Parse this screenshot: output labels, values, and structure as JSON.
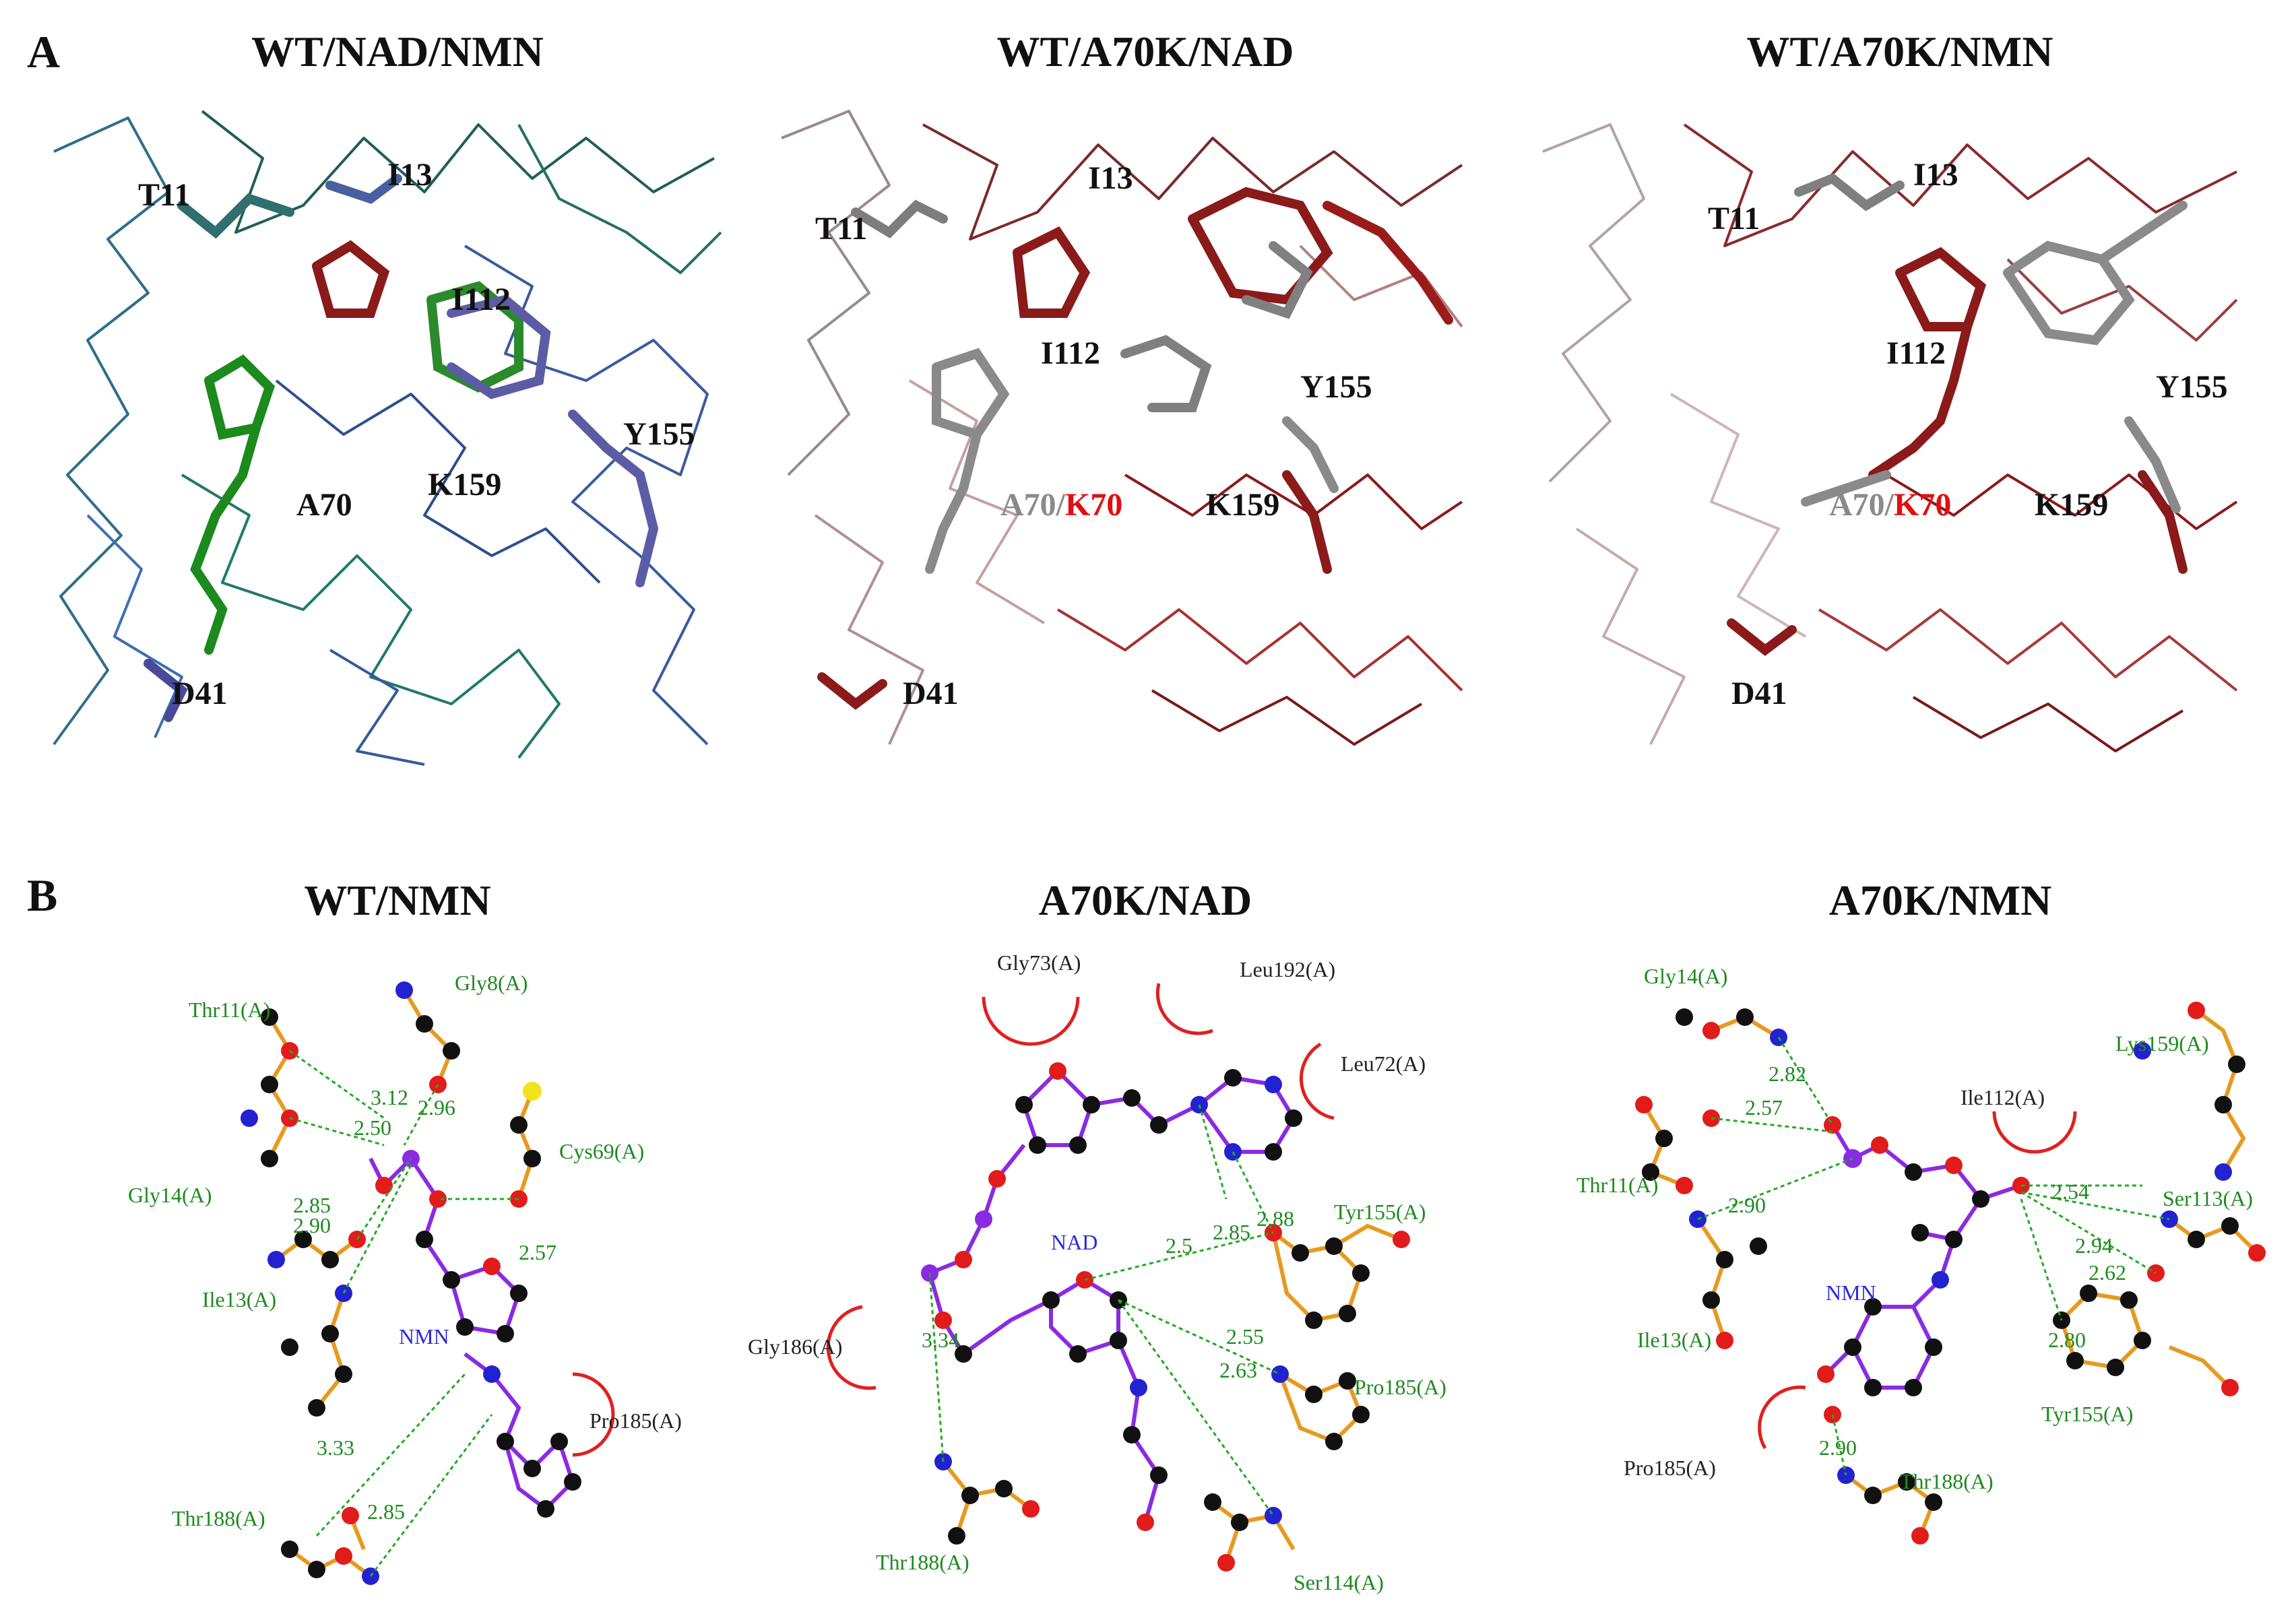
{
  "panel_a": {
    "letter": "A",
    "titles": [
      "WT/NAD/NMN",
      "WT/A70K/NAD",
      "WT/A70K/NMN"
    ],
    "images": [
      {
        "labels": {
          "t11": "T11",
          "i13": "I13",
          "i112": "I112",
          "y155": "Y155",
          "a70": "A70",
          "k159": "K159",
          "d41": "D41"
        }
      },
      {
        "labels": {
          "t11": "T11",
          "i13": "I13",
          "i112": "I112",
          "y155": "Y155",
          "a70": "A70",
          "slash": "/",
          "k70": "K70",
          "k159": "K159",
          "d41": "D41"
        }
      },
      {
        "labels": {
          "t11": "T11",
          "i13": "I13",
          "i112": "I112",
          "y155": "Y155",
          "a70": "A70",
          "slash": "/",
          "k70": "K70",
          "k159": "K159",
          "d41": "D41"
        }
      }
    ],
    "colors": {
      "label_black": "#111111",
      "label_grey": "#8a8a8a",
      "label_red": "#e01010"
    }
  },
  "panel_b": {
    "letter": "B",
    "titles": [
      "WT/NMN",
      "A70K/NAD",
      "A70K/NMN"
    ],
    "diagrams": [
      {
        "ligand": "NMN",
        "hbond_residues": [
          "Thr11(A)",
          "Gly8(A)",
          "Cys69(A)",
          "Gly14(A)",
          "Ile13(A)",
          "Thr188(A)"
        ],
        "hydrophobic_residues": [
          "Pro185(A)"
        ],
        "distances": [
          "3.12",
          "2.96",
          "2.50",
          "2.85",
          "2.90",
          "2.57",
          "3.33",
          "2.85"
        ]
      },
      {
        "ligand": "NAD",
        "hbond_residues": [
          "Tyr155(A)",
          "Pro185(A)",
          "Thr188(A)",
          "Ser114(A)"
        ],
        "hydrophobic_residues": [
          "Gly73(A)",
          "Leu192(A)",
          "Leu72(A)",
          "Gly186(A)"
        ],
        "distances": [
          "2.5",
          "2.85",
          "2.88",
          "3.34",
          "2.55",
          "2.63"
        ]
      },
      {
        "ligand": "NMN",
        "hbond_residues": [
          "Gly14(A)",
          "Lys159(A)",
          "Thr11(A)",
          "Ser113(A)",
          "Ile13(A)",
          "Tyr155(A)",
          "Thr188(A)"
        ],
        "hydrophobic_residues": [
          "Ile112(A)",
          "Pro185(A)"
        ],
        "distances": [
          "2.82",
          "2.57",
          "2.90",
          "2.54",
          "2.94",
          "2.62",
          "2.80",
          "2.90"
        ]
      }
    ],
    "colors": {
      "hbond_residue": "#1e8a1e",
      "hydrophobic_residue": "#222222",
      "ligand_name": "#2a2ae0",
      "hbond_line": "#22aa22",
      "arc": "#e02020"
    }
  }
}
